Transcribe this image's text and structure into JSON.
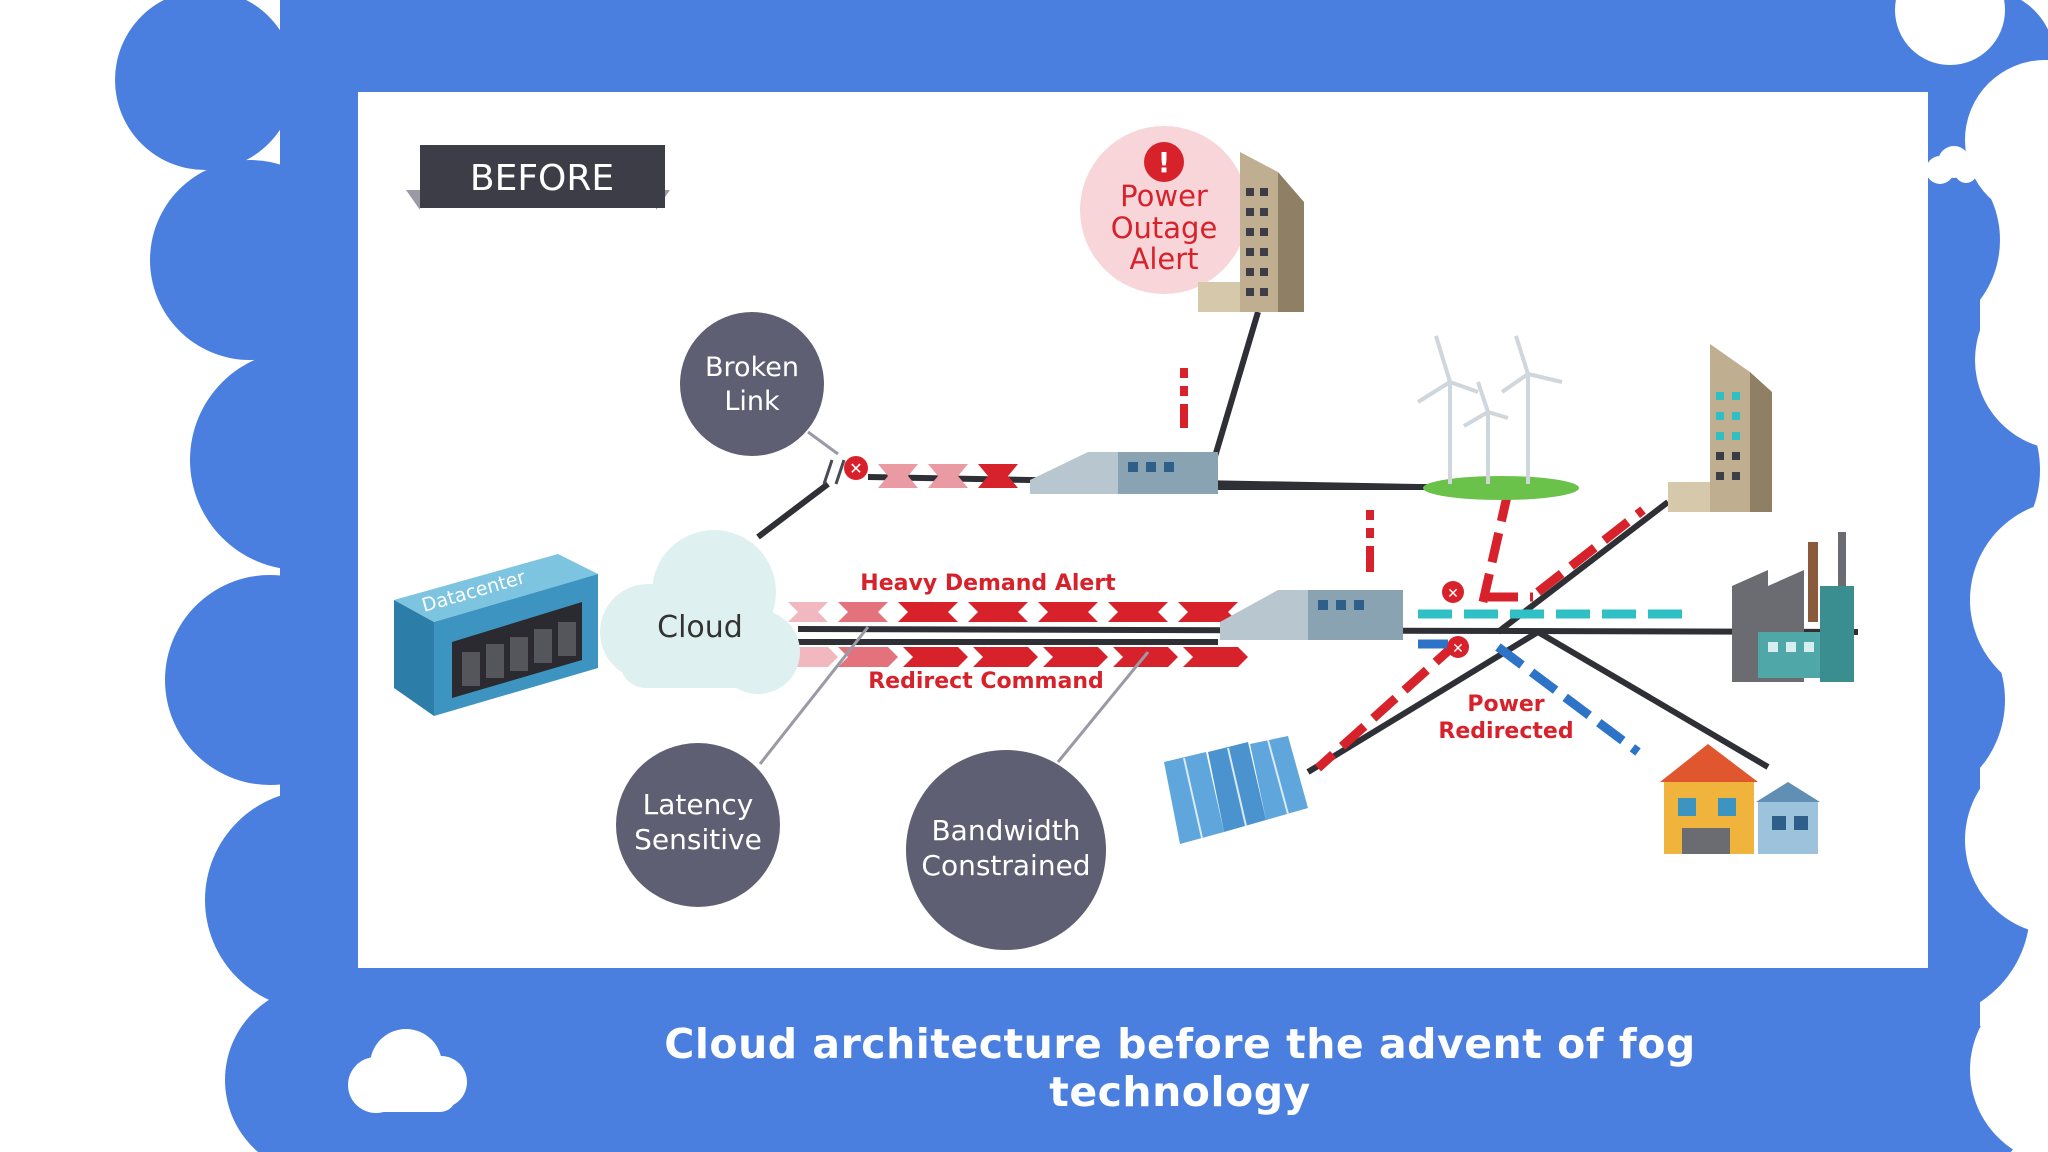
{
  "diagram": {
    "badge": "BEFORE",
    "datacenter_label": "Datacenter",
    "cloud_label": "Cloud",
    "broken_link": [
      "Broken",
      "Link"
    ],
    "power_outage": [
      "Power",
      "Outage",
      "Alert"
    ],
    "heavy_demand": "Heavy Demand Alert",
    "redirect": "Redirect Command",
    "power_redirected": [
      "Power",
      "Redirected"
    ],
    "latency": [
      "Latency",
      "Sensitive"
    ],
    "bandwidth": [
      "Bandwidth",
      "Constrained"
    ]
  },
  "caption": "Cloud architecture before the advent of fog technology",
  "colors": {
    "slide_blue": "#4a7fe0",
    "badge_dark": "#3d3d47",
    "bubble_grey": "#5f5f73",
    "alert_red": "#d7222b",
    "cyan": "#2fc0c6",
    "blue_line": "#2d74c8",
    "datacenter_blue": "#3e94c0"
  }
}
